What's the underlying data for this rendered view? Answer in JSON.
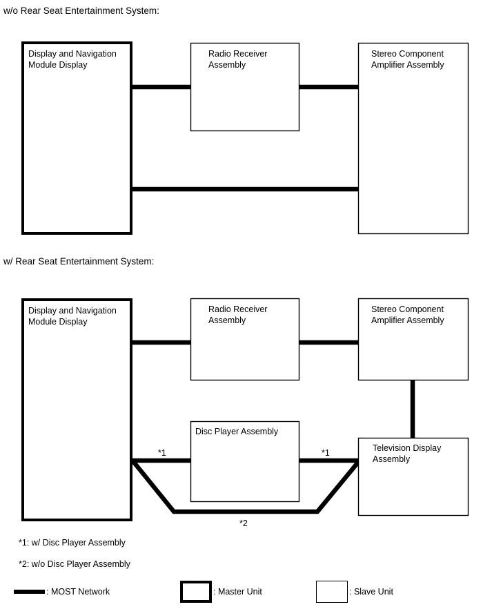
{
  "document": {
    "type": "block-diagram",
    "subject": "MOST Network audio/visual system configuration"
  },
  "sections": [
    {
      "id": "without-rse",
      "heading": "w/o Rear Seat Entertainment System:",
      "nodes": [
        {
          "id": "display-nav",
          "label_line1": "Display and Navigation",
          "label_line2": "Module Display",
          "unit_type": "Master Unit"
        },
        {
          "id": "radio-receiver",
          "label_line1": "Radio Receiver",
          "label_line2": "Assembly",
          "unit_type": "Slave Unit"
        },
        {
          "id": "stereo-amp",
          "label_line1": "Stereo Component",
          "label_line2": "Amplifier Assembly",
          "unit_type": "Slave Unit"
        }
      ]
    },
    {
      "id": "with-rse",
      "heading": "w/ Rear Seat Entertainment System:",
      "nodes": [
        {
          "id": "display-nav",
          "label_line1": "Display and Navigation",
          "label_line2": "Module Display",
          "unit_type": "Master Unit"
        },
        {
          "id": "radio-receiver",
          "label_line1": "Radio Receiver",
          "label_line2": "Assembly",
          "unit_type": "Slave Unit"
        },
        {
          "id": "stereo-amp",
          "label_line1": "Stereo Component",
          "label_line2": "Amplifier Assembly",
          "unit_type": "Slave Unit"
        },
        {
          "id": "disc-player",
          "label_line1": "Disc Player Assembly",
          "label_line2": "",
          "unit_type": "Slave Unit"
        },
        {
          "id": "television-display",
          "label_line1": "Television Display",
          "label_line2": "Assembly",
          "unit_type": "Slave Unit"
        }
      ],
      "ref_marks": [
        {
          "id": "ref-left",
          "text": "*1"
        },
        {
          "id": "ref-right",
          "text": "*1"
        },
        {
          "id": "ref-bottom",
          "text": "*2"
        }
      ]
    }
  ],
  "footnotes": [
    {
      "marker": "*1",
      "text": "*1: w/ Disc Player Assembly"
    },
    {
      "marker": "*2",
      "text": "*2: w/o Disc Player Assembly"
    }
  ],
  "legend": [
    {
      "id": "most-network",
      "symbol": "thick-line",
      "text": ": MOST Network"
    },
    {
      "id": "master-unit",
      "symbol": "thick-rect",
      "text": ": Master Unit"
    },
    {
      "id": "slave-unit",
      "symbol": "thin-rect",
      "text": ": Slave Unit"
    }
  ],
  "colors": {
    "stroke": "#000000",
    "background": "#ffffff"
  }
}
